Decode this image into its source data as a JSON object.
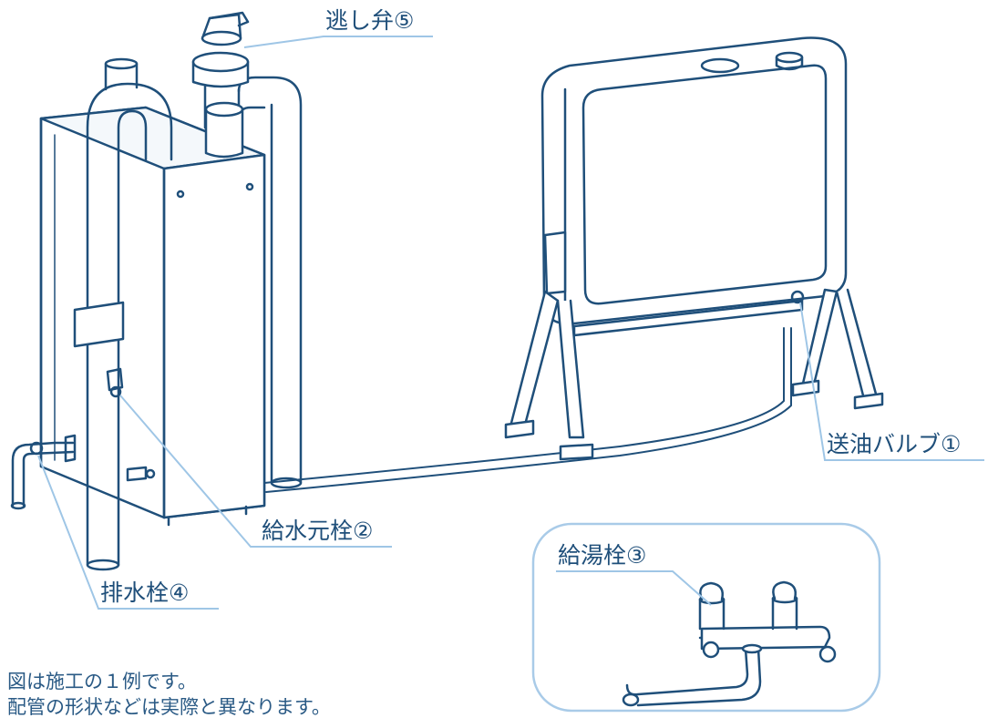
{
  "labels": {
    "relief_valve": "逃し弁⑤",
    "oil_valve": "送油バルブ①",
    "water_supply_valve": "給水元栓②",
    "drain_valve": "排水栓④",
    "hot_water_tap": "給湯栓③"
  },
  "notes": {
    "line1": "図は施工の１例です。",
    "line2": "配管の形状などは実際と異なります。"
  },
  "colors": {
    "outline": "#1f4f7a",
    "leader": "#9fc6e6",
    "callout_border": "#a9cbe8",
    "text": "#1f4f7a"
  }
}
